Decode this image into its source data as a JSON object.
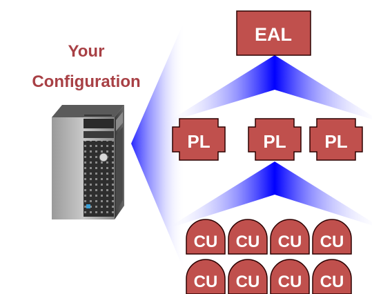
{
  "title": {
    "line1": "Your",
    "line2": "Configuration"
  },
  "eal": {
    "label": "EAL"
  },
  "pls": [
    {
      "label": "PL"
    },
    {
      "label": "PL"
    },
    {
      "label": "PL"
    }
  ],
  "cus": [
    {
      "label": "CU"
    },
    {
      "label": "CU"
    },
    {
      "label": "CU"
    },
    {
      "label": "CU"
    },
    {
      "label": "CU"
    },
    {
      "label": "CU"
    },
    {
      "label": "CU"
    },
    {
      "label": "CU"
    }
  ],
  "colors": {
    "title": "#a84045",
    "box_fill": "#c0504d",
    "box_stroke": "#2b0000",
    "label": "#ffffff",
    "beam_core": "#0000ff",
    "beam_edge": "#ffffff"
  },
  "icons": {
    "computer": "tower-server-icon"
  }
}
